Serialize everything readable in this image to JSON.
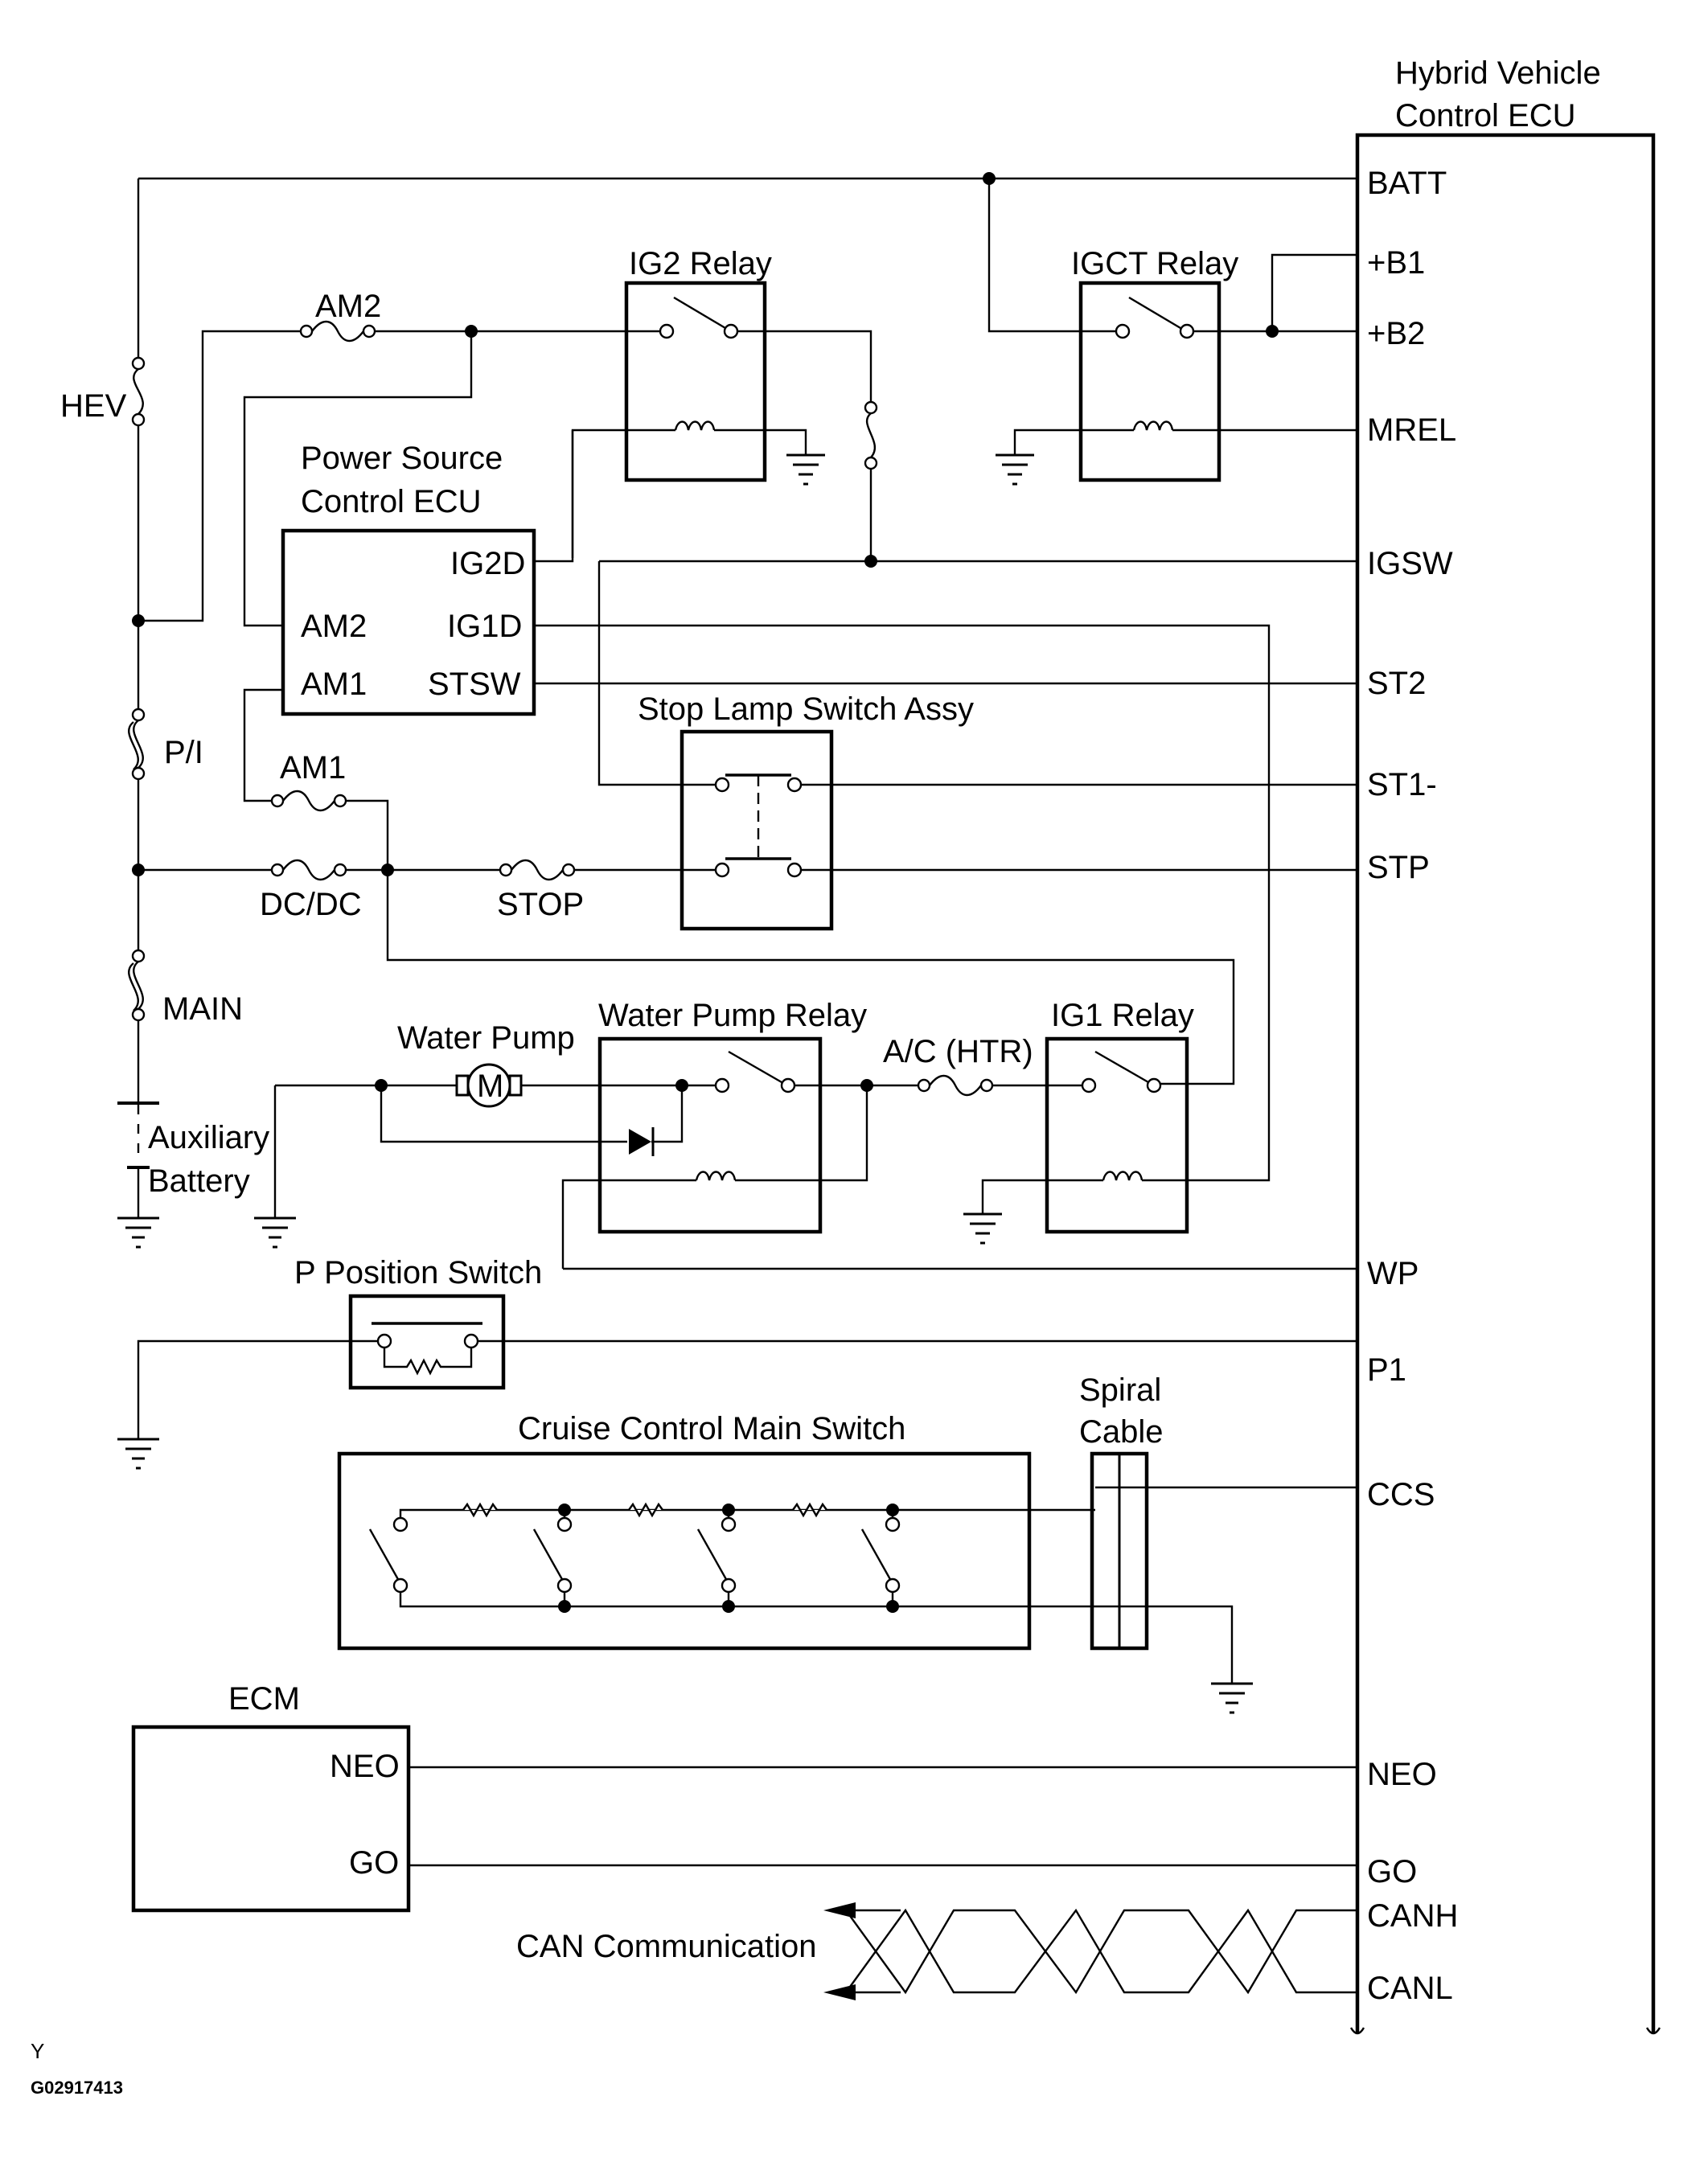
{
  "ecu": {
    "title_line1": "Hybrid Vehicle",
    "title_line2": "Control ECU",
    "pins": [
      "BATT",
      "+B1",
      "+B2",
      "MREL",
      "IGSW",
      "ST2",
      "ST1-",
      "STP",
      "WP",
      "P1",
      "CCS",
      "NEO",
      "GO",
      "CANH",
      "CANL"
    ]
  },
  "power_source_ecu": {
    "title_line1": "Power Source",
    "title_line2": "Control ECU",
    "pins": {
      "ig2d": "IG2D",
      "am2": "AM2",
      "ig1d": "IG1D",
      "am1": "AM1",
      "stsw": "STSW"
    }
  },
  "relays": {
    "ig2": "IG2 Relay",
    "igct": "IGCT Relay",
    "water_pump": "Water Pump Relay",
    "ig1": "IG1 Relay"
  },
  "fuses": {
    "hev": "HEV",
    "am2": "AM2",
    "pi": "P/I",
    "am1": "AM1",
    "dcdc": "DC/DC",
    "stop": "STOP",
    "main": "MAIN",
    "ac_htr": "A/C (HTR)"
  },
  "components": {
    "stop_lamp_switch": "Stop Lamp Switch Assy",
    "water_pump": "Water Pump",
    "motor_symbol": "M",
    "aux_battery_line1": "Auxiliary",
    "aux_battery_line2": "Battery",
    "p_position_switch": "P Position Switch",
    "cruise_switch": "Cruise Control Main Switch",
    "spiral_cable_line1": "Spiral",
    "spiral_cable_line2": "Cable",
    "ecm": "ECM",
    "ecm_neo": "NEO",
    "ecm_go": "GO",
    "can": "CAN Communication"
  },
  "footer": {
    "mark": "Y",
    "code": "G02917413"
  }
}
